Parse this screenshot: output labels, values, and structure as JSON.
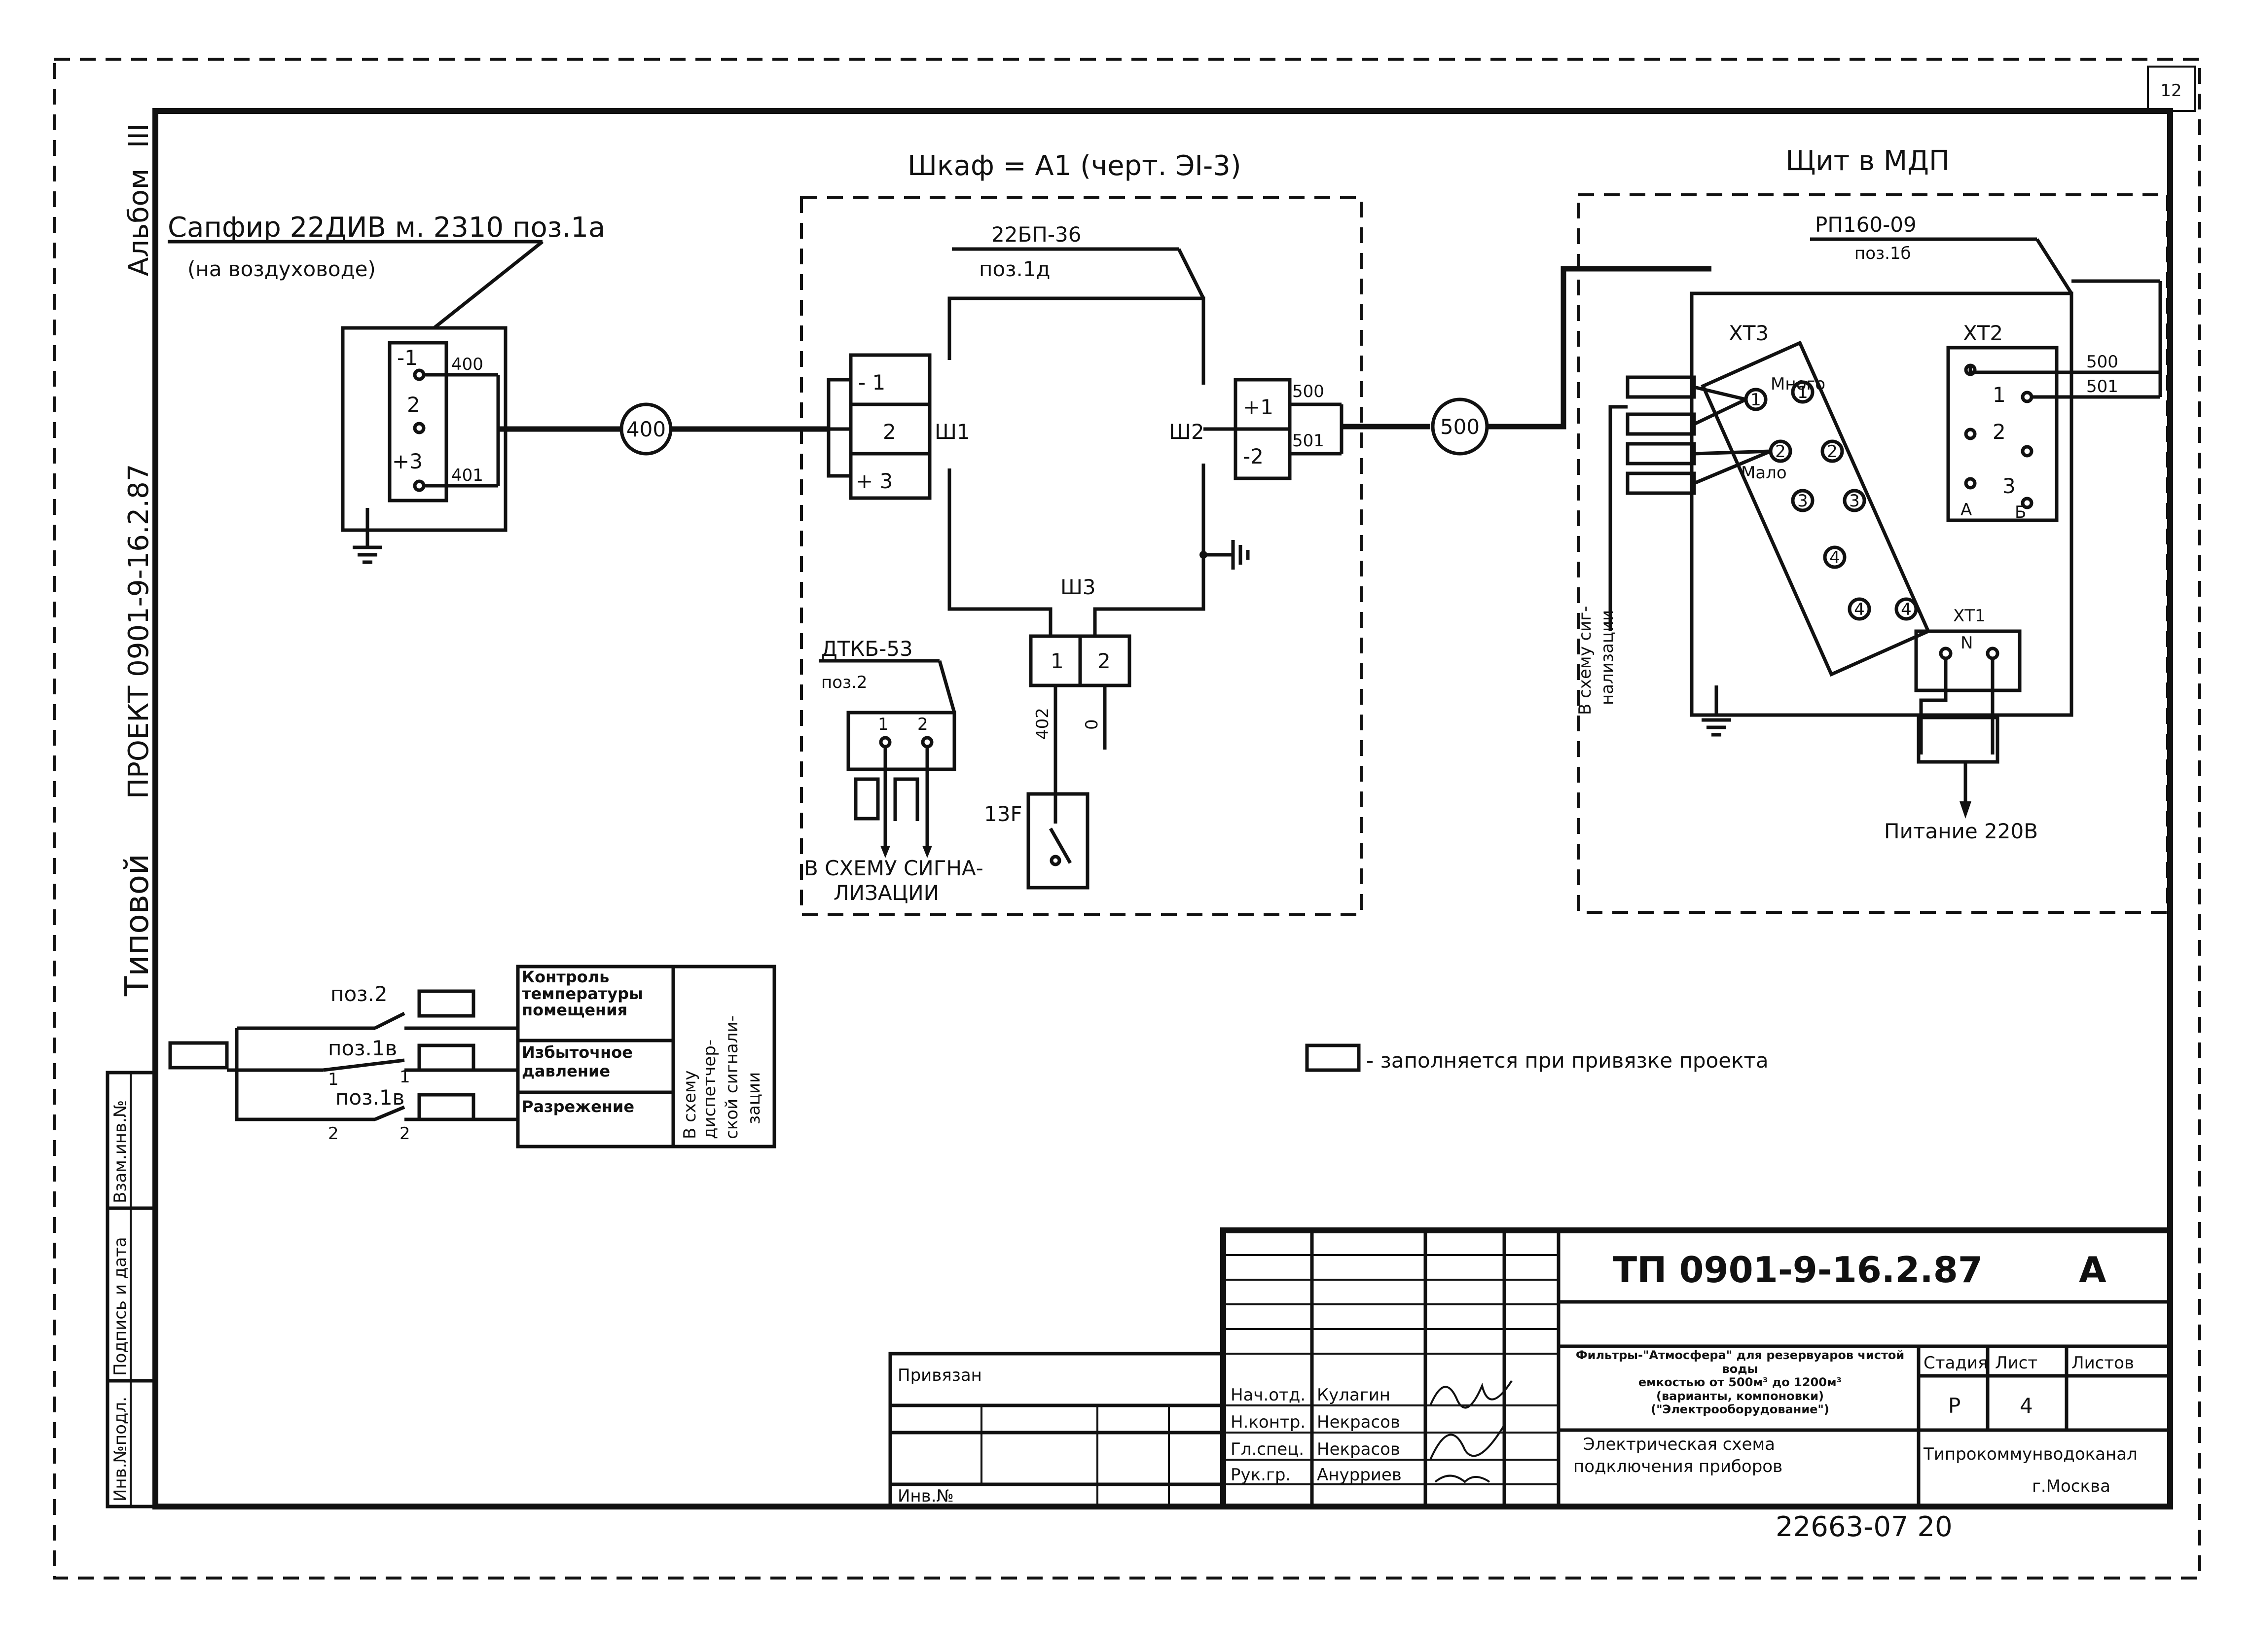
{
  "side": {
    "album": "Альбом",
    "album_no": "III",
    "project": "ПРОЕКТ 0901-9-16.2.87",
    "typical": "Типовой",
    "stamp_cols": [
      "Инв.№подл.",
      "Подпись и дата",
      "Взам.инв.№"
    ]
  },
  "corner_mark": "12",
  "sensor": {
    "title": "Сапфир 22ДИВ м. 2310 поз.1а",
    "subtitle": "(на воздуховоде)",
    "terminals": [
      "-1",
      "2",
      "+3"
    ],
    "wires": [
      "400",
      "401"
    ]
  },
  "cabinet": {
    "title": "Шкаф = А1 (черт. ЭI-3)",
    "device": "22БП-36",
    "device_pos": "поз.1д",
    "left_terms": [
      "- 1",
      "2",
      "+ 3"
    ],
    "right_terms": [
      "+1",
      "-2"
    ],
    "right_wires": [
      "500",
      "501"
    ],
    "sh1": "Ш1",
    "sh2": "Ш2",
    "sh3": "Ш3",
    "bottom_terms": [
      "1",
      "2"
    ],
    "bottom_wires": [
      "402",
      "0"
    ],
    "breaker": "13F",
    "dtkb": "ДТКБ-53",
    "dtkb_pos": "поз.2",
    "dtkb_terms": [
      "1",
      "2"
    ],
    "dtkb_note": [
      "В СХЕМУ СИГНА-",
      "ЛИЗАЦИИ"
    ]
  },
  "cable_400": "400",
  "cable_500": "500",
  "panel": {
    "title": "Щит в МДП",
    "device": "РП160-09",
    "device_pos": "поз.1б",
    "xt3": "ХТ3",
    "xt2": "ХТ2",
    "xt1": "ХТ1",
    "mnogo": "Много",
    "malo": "Мало",
    "xt2_terms": [
      "1",
      "2",
      "3"
    ],
    "xt2_letters": [
      "А",
      "Б"
    ],
    "xt2_wires": [
      "500",
      "501"
    ],
    "xt1_letter": "N",
    "vschemu": [
      "В схему сиг-",
      "нализации"
    ],
    "power": "Питание 220В"
  },
  "alarm": {
    "pos": [
      "поз.2",
      "поз.1в",
      "поз.1в"
    ],
    "nums": [
      "1",
      "1",
      "2",
      "2"
    ],
    "rows": [
      "Контроль температуры помещения",
      "Избыточное давление",
      "Разрежение"
    ],
    "target": [
      "В схему",
      "диспетчер-",
      "ской сигнали-",
      "зации"
    ]
  },
  "legend": "- заполняется при привязке проекта",
  "title_block": {
    "code": "ТП 0901-9-16.2.87",
    "letter": "А",
    "privyazan": "Привязан",
    "inv": "Инв.№",
    "roles": [
      "Нач.отд.",
      "Н.контр.",
      "Гл.спец.",
      "Рук.гр."
    ],
    "names": [
      "Кулагин",
      "Некрасов",
      "Некрасов",
      "Анурриев"
    ],
    "desc": [
      "Фильтры-\"Атмосфера\" для резервуаров чистой воды",
      "емкостью от 500м³ до 1200м³",
      "(варианты, компоновки)",
      "(\"Электрооборудование\")"
    ],
    "sheet_title": [
      "Электрическая схема",
      "подключения приборов"
    ],
    "stage_hdr": [
      "Стадия",
      "Лист",
      "Листов"
    ],
    "stage_val": [
      "Р",
      "4",
      ""
    ],
    "org": [
      "Типрокоммунводоканал",
      "г.Москва"
    ],
    "archive": "22663-07 20"
  }
}
